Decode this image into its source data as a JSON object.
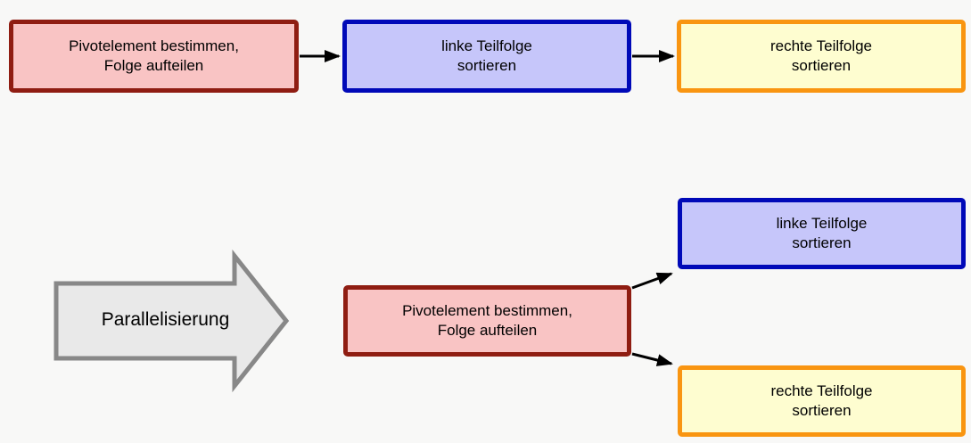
{
  "diagram": {
    "transform_label": "Parallelisierung",
    "sequential": {
      "pivot": {
        "lines": [
          "Pivotelement bestimmen,",
          "Folge aufteilen"
        ]
      },
      "left": {
        "lines": [
          "linke Teilfolge",
          "sortieren"
        ]
      },
      "right": {
        "lines": [
          "rechte Teilfolge",
          "sortieren"
        ]
      }
    },
    "parallel": {
      "pivot": {
        "lines": [
          "Pivotelement bestimmen,",
          "Folge aufteilen"
        ]
      },
      "left": {
        "lines": [
          "linke Teilfolge",
          "sortieren"
        ]
      },
      "right": {
        "lines": [
          "rechte Teilfolge",
          "sortieren"
        ]
      }
    },
    "colors": {
      "background": "#f8f8f7",
      "pivot_fill": "#f9c4c4",
      "pivot_border": "#8f1d12",
      "left_fill": "#c6c6fa",
      "left_border": "#0009b8",
      "right_fill": "#fefdd0",
      "right_border": "#f99511",
      "connector": "#000000",
      "big_arrow_fill": "#e9e9e9",
      "big_arrow_border": "#888888"
    }
  }
}
